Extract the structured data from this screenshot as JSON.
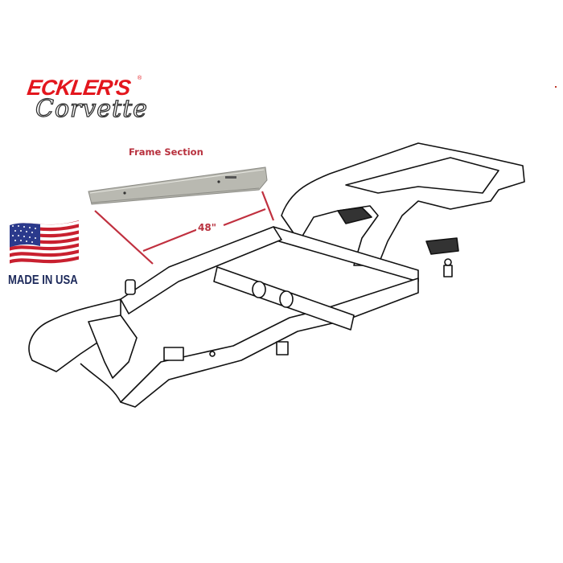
{
  "brand": {
    "name_top": "ECKLER'S",
    "name_script": "Corvette",
    "registered_mark": "®",
    "color": "#e3161d"
  },
  "part": {
    "caption": "Frame Section",
    "dimension_label": "48\"",
    "dimension_color": "#c0303f"
  },
  "badge": {
    "text": "MADE IN USA",
    "flag_icon": "us-flag-icon",
    "text_color": "#1d2a5b"
  },
  "diagram": {
    "subject": "Corvette chassis frame line drawing"
  }
}
